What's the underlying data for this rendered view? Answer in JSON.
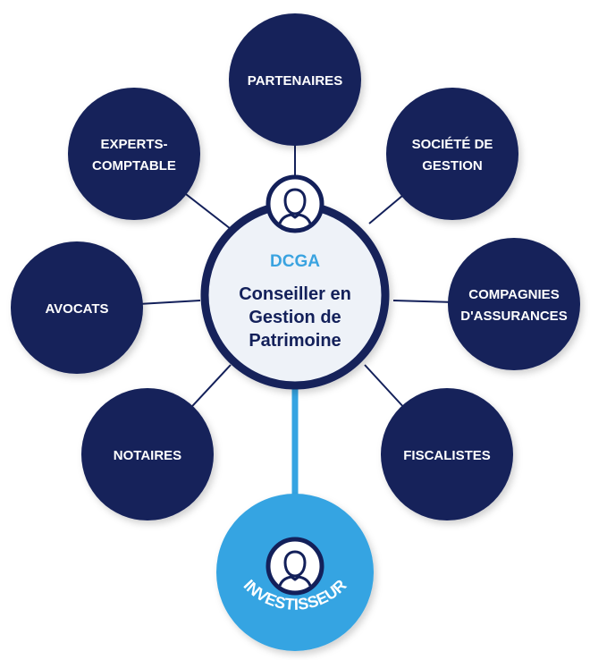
{
  "center": {
    "kicker": "DCGA",
    "title_lines": [
      "Conseiller en",
      "Gestion de",
      "Patrimoine"
    ],
    "icon": "person-icon"
  },
  "satellites": [
    {
      "id": "partenaires",
      "lines": [
        "PARTENAIRES"
      ]
    },
    {
      "id": "societe-de-gestion",
      "lines": [
        "SOCIÉTÉ DE",
        "GESTION"
      ]
    },
    {
      "id": "compagnies-assurances",
      "lines": [
        "COMPAGNIES",
        "D'ASSURANCES"
      ]
    },
    {
      "id": "fiscalistes",
      "lines": [
        "FISCALISTES"
      ]
    },
    {
      "id": "notaires",
      "lines": [
        "NOTAIRES"
      ]
    },
    {
      "id": "avocats",
      "lines": [
        "AVOCATS"
      ]
    },
    {
      "id": "experts-comptable",
      "lines": [
        "EXPERTS-",
        "COMPTABLE"
      ]
    }
  ],
  "investor": {
    "label": "INVESTISSEUR",
    "icon": "person-icon"
  },
  "colors": {
    "navy": "#13205a",
    "light_blue": "#35a4e2",
    "center_fill": "#eef2f8",
    "connector": "#13205a"
  }
}
